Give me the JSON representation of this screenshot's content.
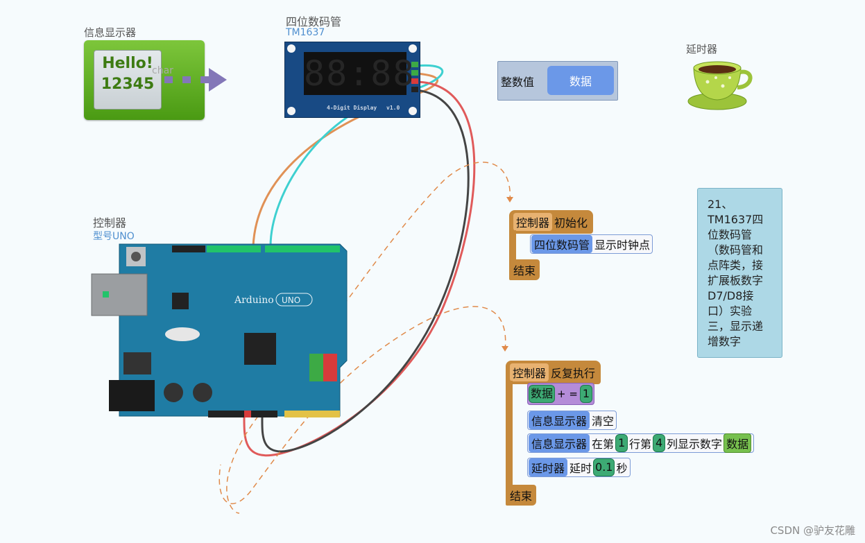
{
  "components": {
    "info_display": {
      "label": "信息显示器",
      "screen_lines": [
        "Hello!",
        "12345"
      ],
      "port_label": "char"
    },
    "seg_display": {
      "label": "四位数码管",
      "model": "TM1637",
      "digits": "88:88",
      "board_caption": "4-Digit Display",
      "board_version": "v1.0"
    },
    "integer_var": {
      "type_label": "整数值",
      "name": "数据"
    },
    "delay": {
      "label": "延时器"
    },
    "controller": {
      "label": "控制器",
      "model": "型号UNO",
      "board_text": "Arduino",
      "board_badge": "UNO"
    }
  },
  "init_block": {
    "module": "控制器",
    "action": "初始化",
    "statements": [
      {
        "module": "四位数码管",
        "text": "显示时钟点"
      }
    ],
    "end": "结束"
  },
  "loop_block": {
    "module": "控制器",
    "action": "反复执行",
    "statements": {
      "s1": {
        "var": "数据",
        "op": "+ =",
        "value": "1"
      },
      "s2": {
        "module": "信息显示器",
        "text": "清空"
      },
      "s3": {
        "module": "信息显示器",
        "t1": "在第",
        "row": "1",
        "t2": "行第",
        "col": "4",
        "t3": "列显示数字",
        "var": "数据"
      },
      "s4": {
        "module": "延时器",
        "t1": "延时",
        "value": "0.1",
        "t2": "秒"
      }
    },
    "end": "结束"
  },
  "note": "21、\nTM1637四\n位数码管\n（数码管和\n点阵类，接\n扩展板数字\nD7/D8接\n口）实验\n三，显示递\n增数字",
  "watermark": "CSDN @驴友花雕",
  "colors": {
    "wire_orange": "#e09156",
    "wire_cyan": "#3ed0d0",
    "wire_red": "#e05a5a",
    "wire_black": "#444444",
    "block_brown": "#c5893c",
    "block_blue": "#6b98e8",
    "num_green": "#3daa74"
  }
}
